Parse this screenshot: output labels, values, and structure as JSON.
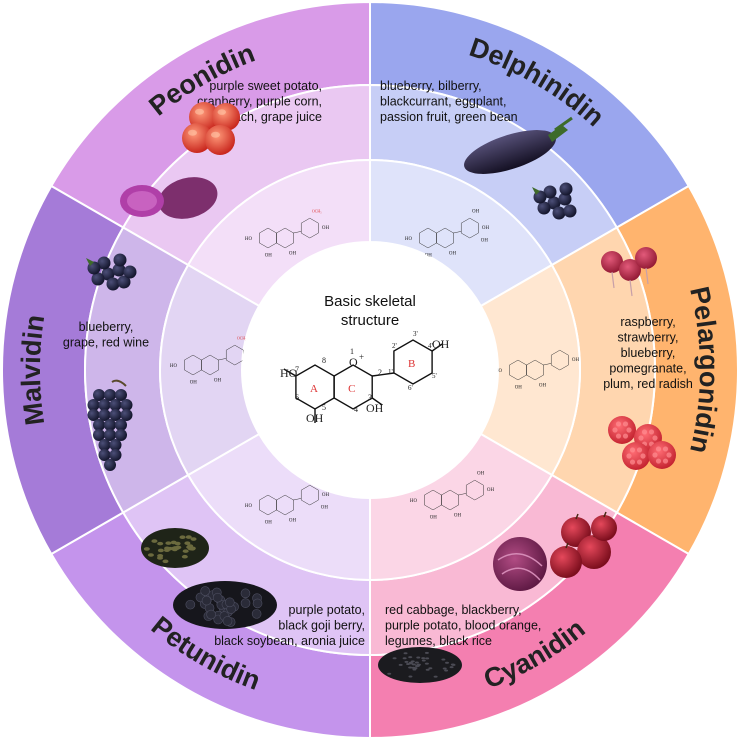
{
  "center": {
    "title_line1": "Basic skeletal",
    "title_line2": "structure",
    "atoms": {
      "oh_left": "HO",
      "oh_right": "OH",
      "oh_top": "OH",
      "oh_bottom": "OH",
      "o_ring": "O",
      "plus": "+",
      "n7": "7",
      "n8": "8",
      "n6": "6",
      "n5": "5",
      "n4": "4",
      "n3": "3",
      "n2": "2",
      "n1": "1",
      "n1p": "1'",
      "n2p": "2'",
      "n3p": "3'",
      "n4p": "4'",
      "n5p": "5'",
      "n6p": "6'"
    },
    "ring_labels": {
      "a": "A",
      "b": "B",
      "c": "C"
    }
  },
  "segments": [
    {
      "name": "Peonidin",
      "color": "#d99be8",
      "lines": [
        "purple sweet potato,",
        "cranberry, purple corn,",
        "peach, grape juice"
      ],
      "icons": [
        "peach-icon",
        "sweet-potato-icon"
      ]
    },
    {
      "name": "Delphinidin",
      "color": "#9aa6ee",
      "lines": [
        "blueberry, bilberry,",
        "blackcurrant, eggplant,",
        "passion fruit, green bean"
      ],
      "icons": [
        "eggplant-icon",
        "blueberry-icon"
      ]
    },
    {
      "name": "Pelargonidin",
      "color": "#ffb46e",
      "lines": [
        "raspberry,",
        "strawberry,",
        "blueberry,",
        "pomegranate,",
        "plum, red radish"
      ],
      "icons": [
        "radish-icon",
        "raspberry-icon"
      ]
    },
    {
      "name": "Cyanidin",
      "color": "#f47fb0",
      "lines": [
        "red cabbage, blackberry,",
        "purple potato, blood orange,",
        "legumes, black rice"
      ],
      "icons": [
        "red-cabbage-icon",
        "apple-icon",
        "black-rice-icon"
      ]
    },
    {
      "name": "Petunidin",
      "color": "#c494ec",
      "lines": [
        "purple potato,",
        "black goji berry,",
        "black soybean, aronia juice"
      ],
      "icons": [
        "goji-berry-icon",
        "black-soybean-icon"
      ]
    },
    {
      "name": "Malvidin",
      "color": "#a57bd8",
      "lines": [
        "blueberry,",
        "grape, red wine"
      ],
      "icons": [
        "blueberry-icon",
        "grape-icon"
      ]
    }
  ],
  "mini_structure_labels": {
    "ho": "HO",
    "oh": "OH",
    "och3": "OCH₃",
    "o_plus": "O⁺"
  }
}
